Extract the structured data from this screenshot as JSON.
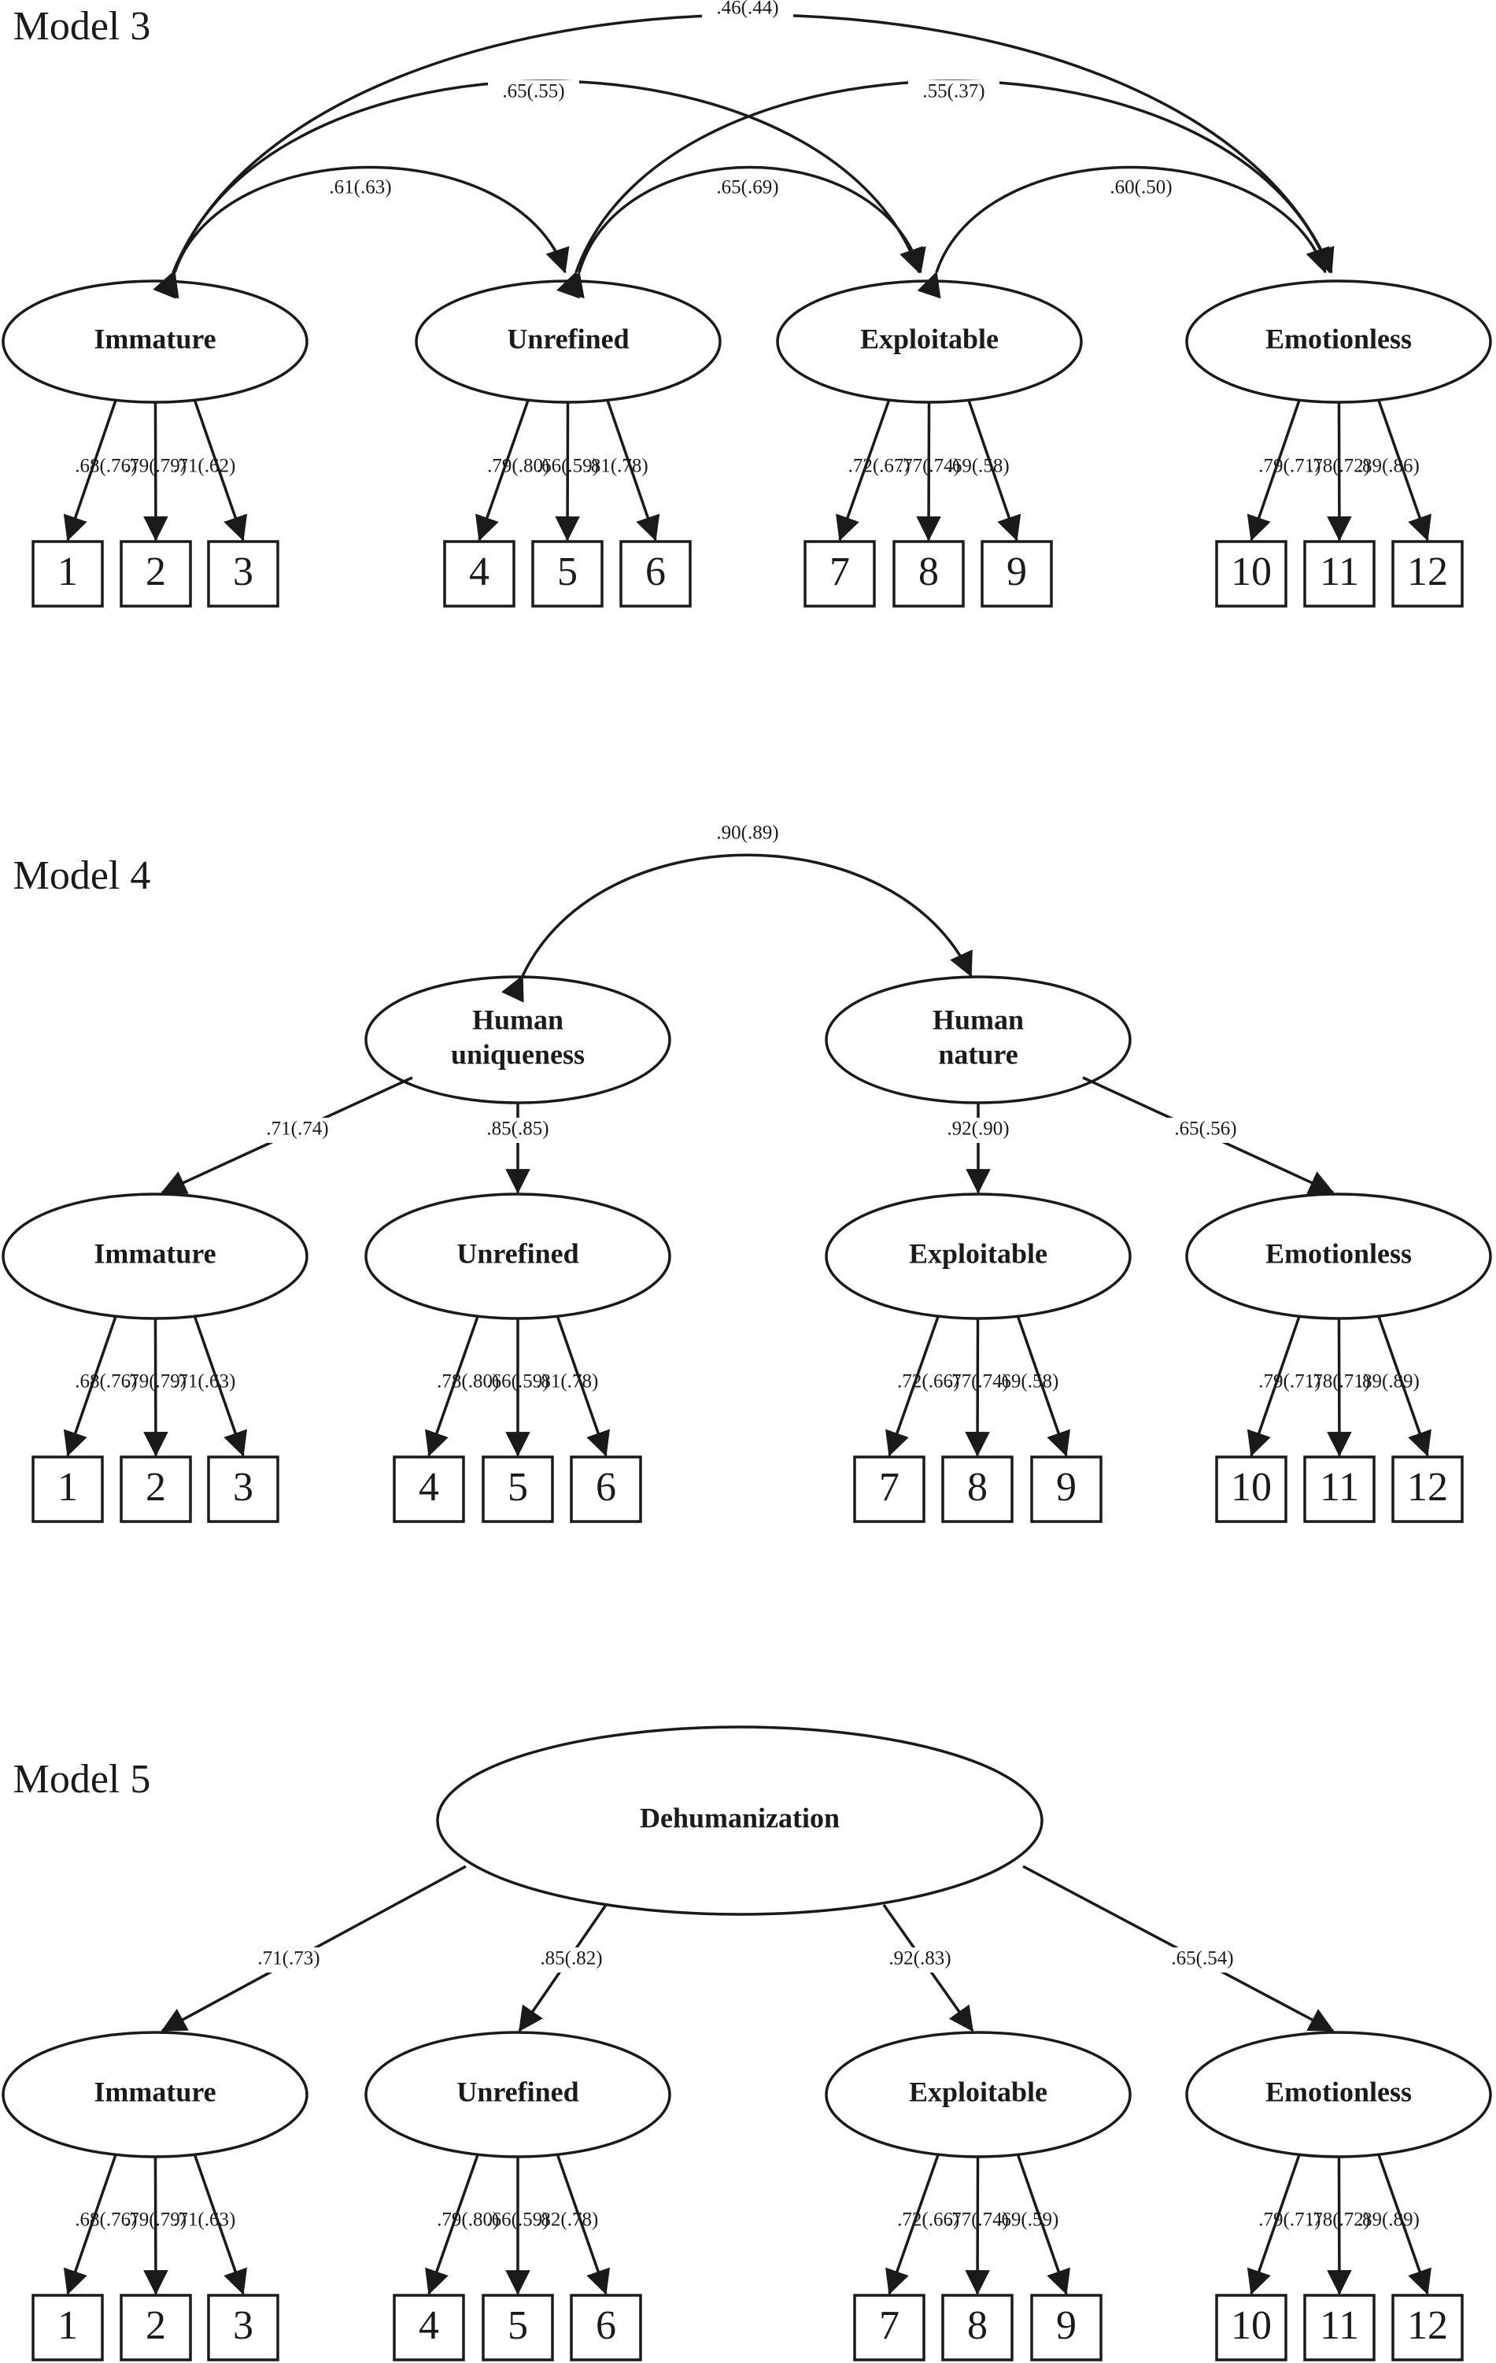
{
  "colors": {
    "ink": "#1a1a1a",
    "background": "#ffffff"
  },
  "models": [
    {
      "title": "Model 3",
      "factors": [
        {
          "label": "Immature",
          "loadings": [
            ".68(.76)",
            ".79(.79)",
            ".71(.62)"
          ],
          "items": [
            "1",
            "2",
            "3"
          ]
        },
        {
          "label": "Unrefined",
          "loadings": [
            ".79(.80)",
            ".66(.59)",
            ".81(.78)"
          ],
          "items": [
            "4",
            "5",
            "6"
          ]
        },
        {
          "label": "Exploitable",
          "loadings": [
            ".72(.67)",
            ".77(.74)",
            ".69(.58)"
          ],
          "items": [
            "7",
            "8",
            "9"
          ]
        },
        {
          "label": "Emotionless",
          "loadings": [
            ".79(.71)",
            ".78(.72)",
            ".89(.86)"
          ],
          "items": [
            "10",
            "11",
            "12"
          ]
        }
      ],
      "correlations": [
        {
          "between": [
            "Immature",
            "Emotionless"
          ],
          "value": ".46(.44)"
        },
        {
          "between": [
            "Immature",
            "Exploitable"
          ],
          "value": ".65(.55)"
        },
        {
          "between": [
            "Unrefined",
            "Emotionless"
          ],
          "value": ".55(.37)"
        },
        {
          "between": [
            "Immature",
            "Unrefined"
          ],
          "value": ".61(.63)"
        },
        {
          "between": [
            "Unrefined",
            "Exploitable"
          ],
          "value": ".65(.69)"
        },
        {
          "between": [
            "Exploitable",
            "Emotionless"
          ],
          "value": ".60(.50)"
        }
      ]
    },
    {
      "title": "Model 4",
      "higher_factors": [
        {
          "label": "Human uniqueness",
          "lines": [
            "Human",
            "uniqueness"
          ],
          "paths": [
            ".71(.74)",
            ".85(.85)"
          ]
        },
        {
          "label": "Human nature",
          "lines": [
            "Human",
            "nature"
          ],
          "paths": [
            ".92(.90)",
            ".65(.56)"
          ]
        }
      ],
      "higher_correlation": ".90(.89)",
      "factors": [
        {
          "label": "Immature",
          "loadings": [
            ".68(.76)",
            ".79(.79)",
            ".71(.63)"
          ],
          "items": [
            "1",
            "2",
            "3"
          ]
        },
        {
          "label": "Unrefined",
          "loadings": [
            ".78(.80)",
            ".66(.59)",
            ".81(.78)"
          ],
          "items": [
            "4",
            "5",
            "6"
          ]
        },
        {
          "label": "Exploitable",
          "loadings": [
            ".72(.66)",
            ".77(.74)",
            ".69(.58)"
          ],
          "items": [
            "7",
            "8",
            "9"
          ]
        },
        {
          "label": "Emotionless",
          "loadings": [
            ".79(.71)",
            ".78(.71)",
            ".89(.89)"
          ],
          "items": [
            "10",
            "11",
            "12"
          ]
        }
      ]
    },
    {
      "title": "Model 5",
      "general_factor": {
        "label": "Dehumanization",
        "paths": [
          ".71(.73)",
          ".85(.82)",
          ".92(.83)",
          ".65(.54)"
        ]
      },
      "factors": [
        {
          "label": "Immature",
          "loadings": [
            ".68(.76)",
            ".79(.79)",
            ".71(.63)"
          ],
          "items": [
            "1",
            "2",
            "3"
          ]
        },
        {
          "label": "Unrefined",
          "loadings": [
            ".79(.80)",
            ".66(.59)",
            ".82(.78)"
          ],
          "items": [
            "4",
            "5",
            "6"
          ]
        },
        {
          "label": "Exploitable",
          "loadings": [
            ".72(.66)",
            ".77(.74)",
            ".69(.59)"
          ],
          "items": [
            "7",
            "8",
            "9"
          ]
        },
        {
          "label": "Emotionless",
          "loadings": [
            ".79(.71)",
            ".78(.72)",
            ".89(.89)"
          ],
          "items": [
            "10",
            "11",
            "12"
          ]
        }
      ]
    }
  ]
}
